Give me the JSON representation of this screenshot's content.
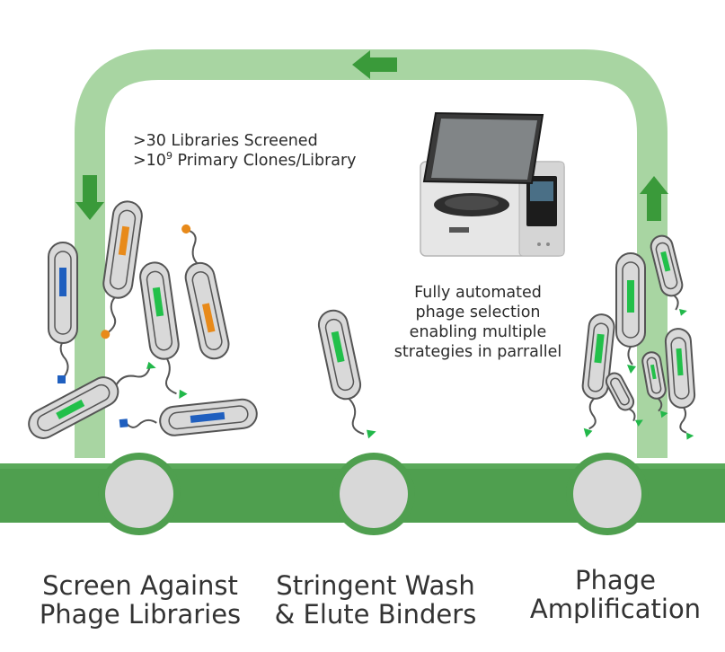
{
  "stats": {
    "libraries": ">30 Libraries Screened",
    "clones_prefix": ">10",
    "clones_exp": "9",
    "clones_suffix": " Primary Clones/Library"
  },
  "automation_note": {
    "line1": "Fully automated",
    "line2": "phage selection",
    "line3": "enabling multiple",
    "line4": "strategies in parrallel"
  },
  "stages": [
    {
      "line1": "Screen Against",
      "line2": "Phage Libraries"
    },
    {
      "line1": "Stringent Wash",
      "line2": "& Elute Binders"
    },
    {
      "line1": "Phage",
      "line2": "Amplification"
    }
  ],
  "colors": {
    "loop": "#a8d5a2",
    "bar": "#4f9f4f",
    "arrow": "#3a9a3a",
    "node_fill": "#d8d8d8",
    "phage_body": "#d9d9d9",
    "insert_green": "#22c04a",
    "insert_blue": "#1f5fbf",
    "insert_orange": "#e88a1a",
    "tip_green": "#22b84a",
    "tip_blue": "#1f5fbf",
    "tip_orange": "#e88a1a"
  }
}
